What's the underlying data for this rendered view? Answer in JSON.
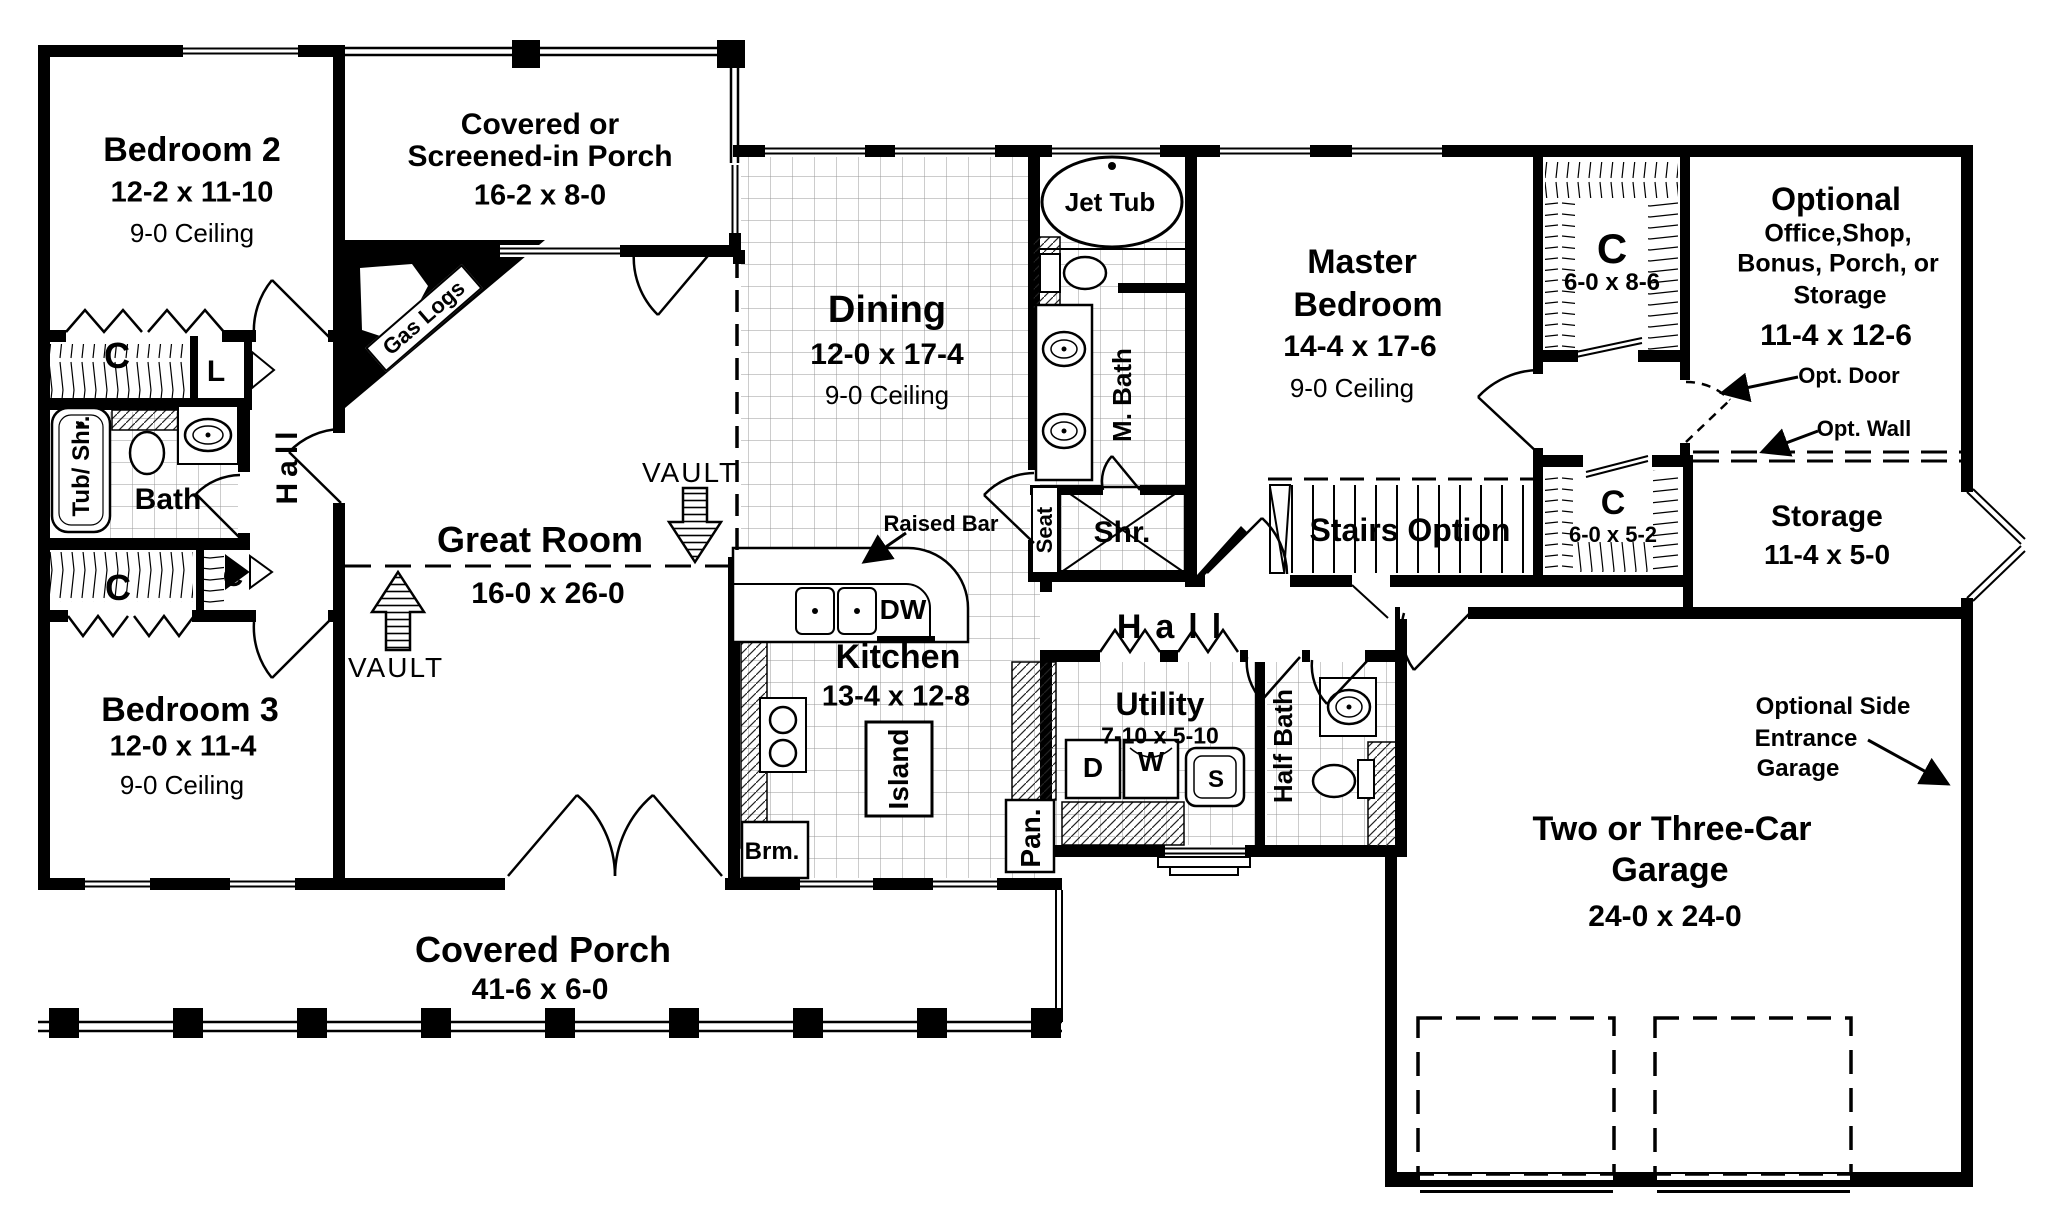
{
  "plan": {
    "bedroom2": {
      "name": "Bedroom 2",
      "dim": "12-2 x 11-10",
      "ceiling": "9-0 Ceiling"
    },
    "bedroom3": {
      "name": "Bedroom 3",
      "dim": "12-0 x 11-4",
      "ceiling": "9-0 Ceiling"
    },
    "screened_porch": {
      "name_line1": "Covered or",
      "name_line2": "Screened-in Porch",
      "dim": "16-2 x 8-0"
    },
    "covered_porch": {
      "name": "Covered Porch",
      "dim": "41-6 x 6-0"
    },
    "great_room": {
      "name": "Great Room",
      "dim": "16-0 x 26-0"
    },
    "gas_logs": "Gas Logs",
    "dining": {
      "name": "Dining",
      "dim": "12-0 x 17-4",
      "ceiling": "9-0 Ceiling"
    },
    "kitchen": {
      "name": "Kitchen",
      "dim": "13-4 x 12-8",
      "island": "Island",
      "dishwasher": "DW",
      "raised_bar": "Raised Bar",
      "broom": "Brm.",
      "pantry": "Pan."
    },
    "master_suite": {
      "bedroom": {
        "name_line1": "Master",
        "name_line2": "Bedroom",
        "dim": "14-4 x 17-6",
        "ceiling": "9-0 Ceiling"
      },
      "jet_tub": "Jet Tub",
      "bath": "M. Bath",
      "shower": "Shr.",
      "seat": "Seat",
      "closet": {
        "label": "C",
        "dim": "6-0 x 8-6"
      }
    },
    "hall_bedrooms": {
      "label": "Hall",
      "bath": "Bath",
      "tub_shower": "Tub/ Shr.",
      "linen": "L",
      "closet_top": "C",
      "closet_bottom": "C",
      "closet_small": "C"
    },
    "hall_center": "Hall",
    "stairs": "Stairs Option",
    "closet_c2": {
      "label": "C",
      "dim": "6-0 x 5-2"
    },
    "utility": {
      "name": "Utility",
      "dim": "7-10 x 5-10",
      "dryer": "D",
      "washer": "W",
      "sink": "S"
    },
    "half_bath": "Half Bath",
    "optional_room": {
      "name_line1": "Optional",
      "name_line2": "Office,Shop,",
      "name_line3": "Bonus, Porch, or",
      "name_line4": "Storage",
      "dim": "11-4 x 12-6"
    },
    "storage": {
      "name": "Storage",
      "dim": "11-4 x 5-0"
    },
    "garage": {
      "name_line1": "Two or Three-Car",
      "name_line2": "Garage",
      "dim": "24-0 x 24-0"
    },
    "annotations": {
      "opt_door": "Opt. Door",
      "opt_wall": "Opt. Wall",
      "vault": "VAULT",
      "side_garage_line1": "Optional Side",
      "side_garage_line2": "Entrance",
      "side_garage_line3": "Garage"
    }
  },
  "colors": {
    "wall": "#000000",
    "background": "#ffffff",
    "tile_line": "#999999",
    "hatch_line": "#222222"
  }
}
